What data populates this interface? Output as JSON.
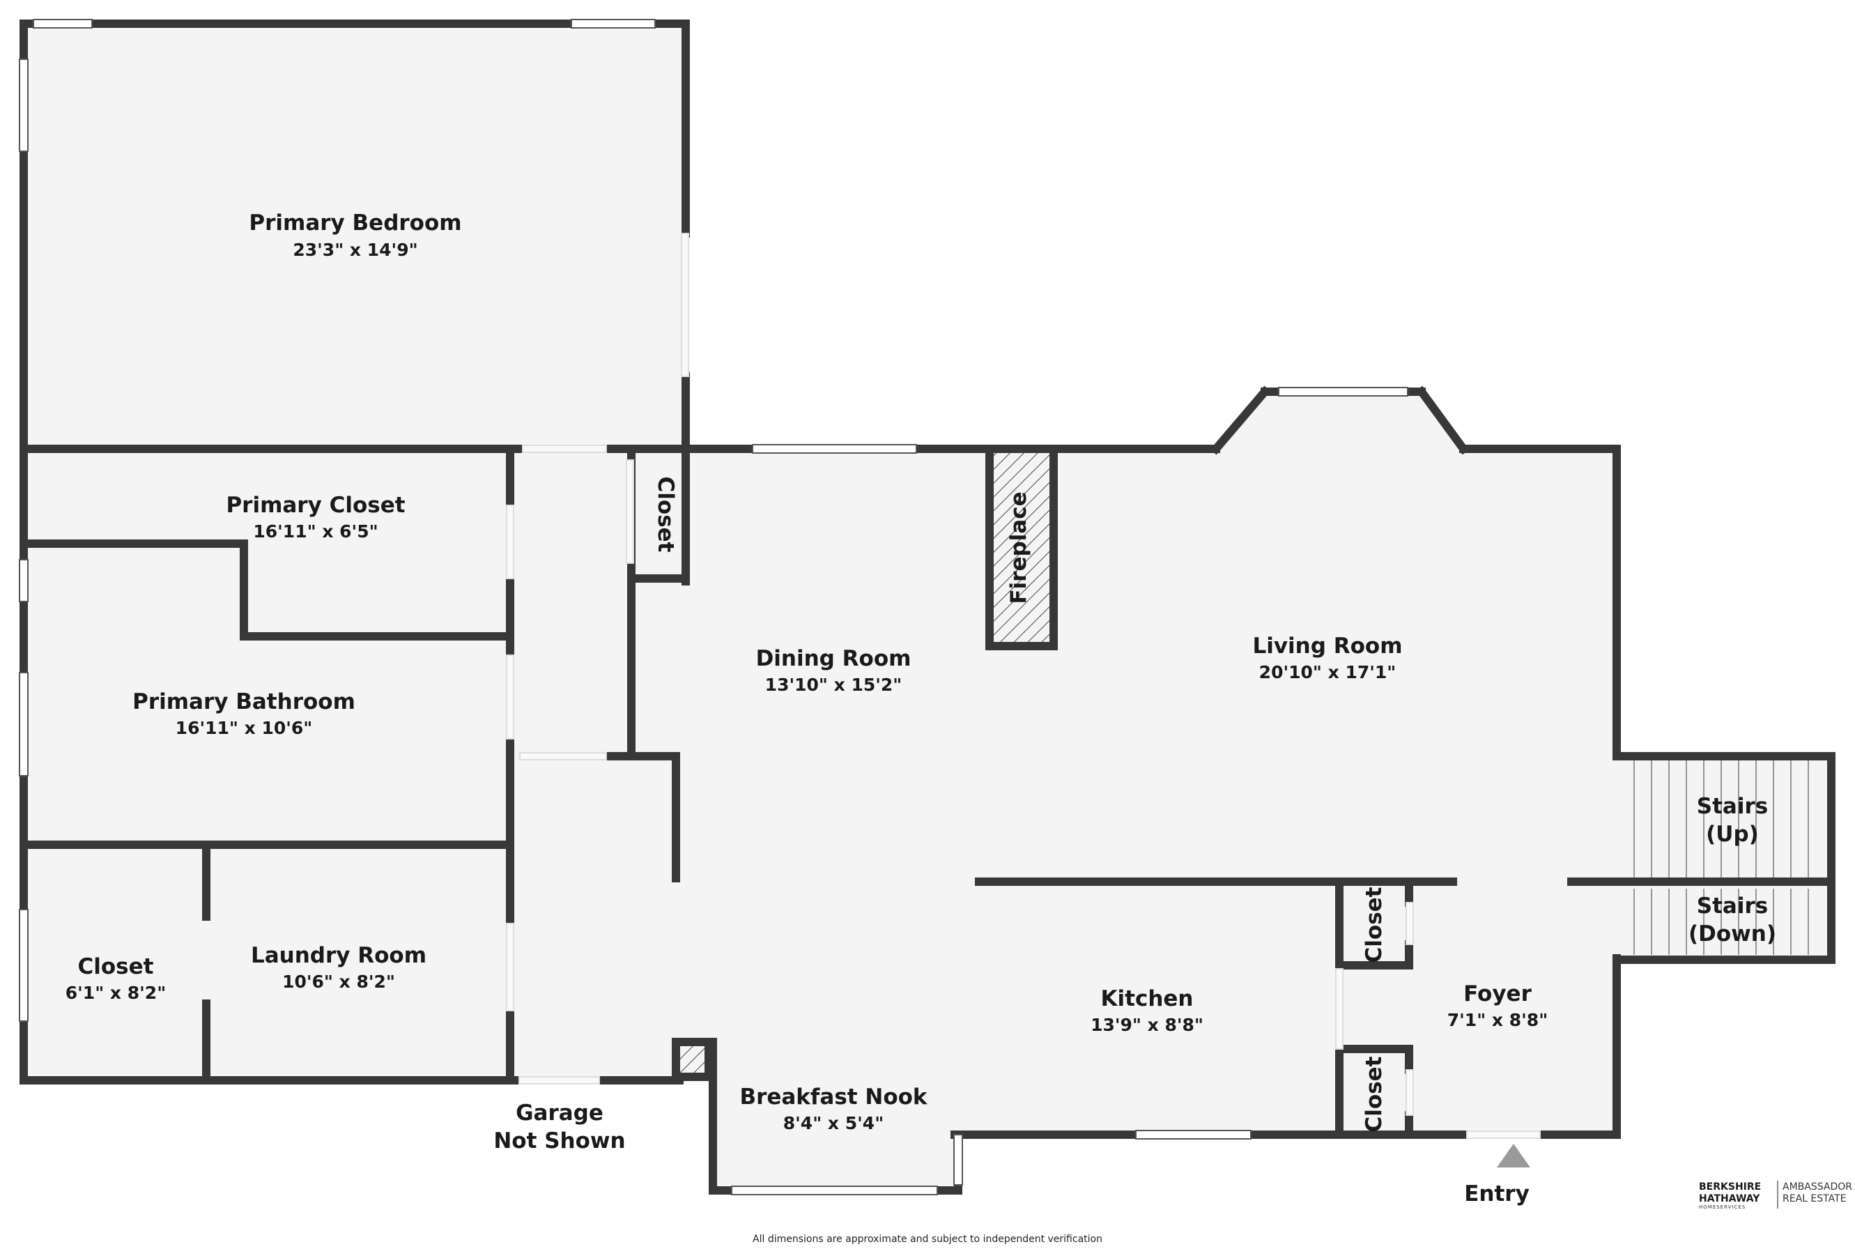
{
  "rooms": {
    "primary_bedroom": {
      "name": "Primary Bedroom",
      "dims": "23'3\" x 14'9\""
    },
    "primary_closet": {
      "name": "Primary Closet",
      "dims": "16'11\" x 6'5\""
    },
    "primary_bathroom": {
      "name": "Primary Bathroom",
      "dims": "16'11\" x 10'6\""
    },
    "closet_small": {
      "name": "Closet",
      "dims": "6'1\" x 8'2\""
    },
    "laundry_room": {
      "name": "Laundry Room",
      "dims": "10'6\" x 8'2\""
    },
    "dining_room": {
      "name": "Dining Room",
      "dims": "13'10\" x 15'2\""
    },
    "living_room": {
      "name": "Living Room",
      "dims": "20'10\" x 17'1\""
    },
    "kitchen": {
      "name": "Kitchen",
      "dims": "13'9\" x 8'8\""
    },
    "foyer": {
      "name": "Foyer",
      "dims": "7'1\" x 8'8\""
    },
    "breakfast_nook": {
      "name": "Breakfast Nook",
      "dims": "8'4\" x 5'4\""
    }
  },
  "labels": {
    "hall_closet": "Closet",
    "foyer_closet_top": "Closet",
    "foyer_closet_bottom": "Closet",
    "fireplace": "Fireplace",
    "stairs_up_line1": "Stairs",
    "stairs_up_line2": "(Up)",
    "stairs_down_line1": "Stairs",
    "stairs_down_line2": "(Down)",
    "garage_line1": "Garage",
    "garage_line2": "Not Shown",
    "entry": "Entry"
  },
  "footer": {
    "disclaimer": "All dimensions are approximate and subject to independent verification",
    "brand_line1": "BERKSHIRE",
    "brand_line2": "HATHAWAY",
    "brand_line3": "HOMESERVICES",
    "brand_right1": "AMBASSADOR",
    "brand_right2": "REAL ESTATE"
  },
  "colors": {
    "wall": "#383838",
    "floor": "#f4f4f4",
    "window": "#ffffff",
    "entry_arrow": "#9a9a9a"
  }
}
